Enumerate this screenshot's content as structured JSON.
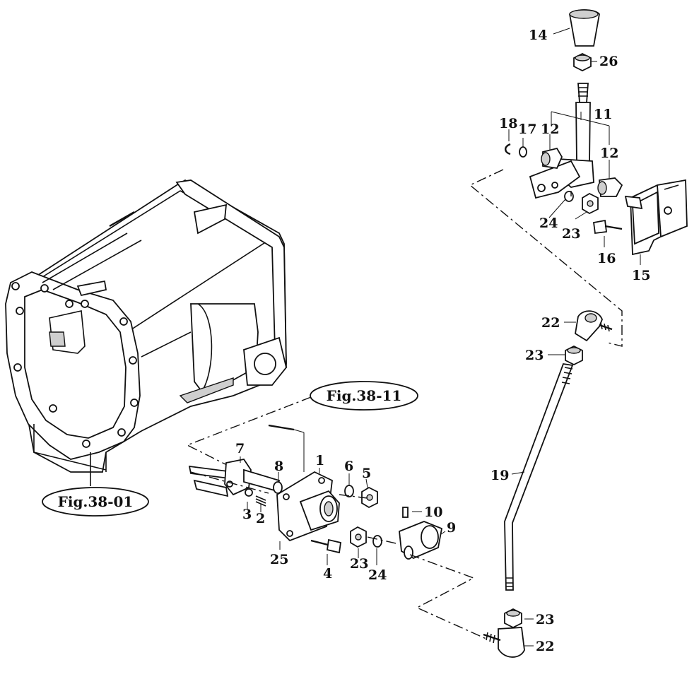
{
  "figure_refs": {
    "housing": "Fig.38-01",
    "link": "Fig.38-11"
  },
  "callouts": {
    "p1": "1",
    "p2": "2",
    "p3": "3",
    "p4": "4",
    "p5": "5",
    "p6": "6",
    "p7": "7",
    "p8": "8",
    "p9": "9",
    "p10": "10",
    "p11": "11",
    "p12a": "12",
    "p12b": "12",
    "p14": "14",
    "p15": "15",
    "p16": "16",
    "p17": "17",
    "p18": "18",
    "p19": "19",
    "p22a": "22",
    "p22b": "22",
    "p23a": "23",
    "p23b": "23",
    "p23c": "23",
    "p23d": "23",
    "p24a": "24",
    "p24b": "24",
    "p25": "25",
    "p26": "26"
  }
}
